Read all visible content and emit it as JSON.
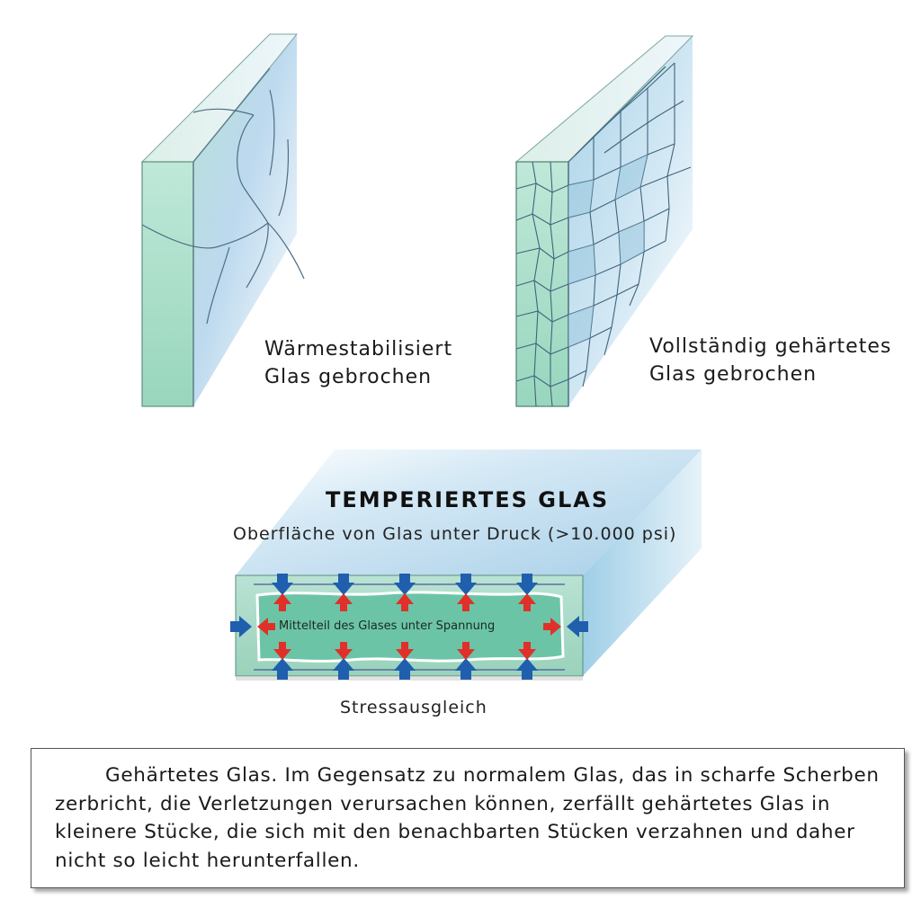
{
  "panels": {
    "heat_strengthened": {
      "caption_line1": "Wärmestabilisiert",
      "caption_line2": "Glas gebrochen"
    },
    "fully_tempered": {
      "caption_line1": "Vollständig gehärtetes",
      "caption_line2": "Glas gebrochen"
    }
  },
  "tempered_block": {
    "title": "TEMPERIERTES GLAS",
    "subtitle": "Oberfläche von Glas unter Druck (>10.000 psi)",
    "center_label": "Mittelteil des Glases unter Spannung",
    "bottom_label": "Stressausgleich"
  },
  "description": {
    "text": "Gehärtetes Glas. Im Gegensatz zu normalem Glas, das in scharfe Scherben zerbricht, die Verletzungen verursachen können, zerfällt gehärtetes Glas in kleinere Stücke, die sich mit den benachbarten Stücken verzahnen und daher nicht so leicht herunterfallen."
  },
  "colors": {
    "glass_edge": "#a8dcc8",
    "glass_face": "#c4e0ef",
    "compression_arrow": "#1f5fae",
    "tension_arrow": "#e0302a",
    "center_fill": "#6cc4a6"
  }
}
